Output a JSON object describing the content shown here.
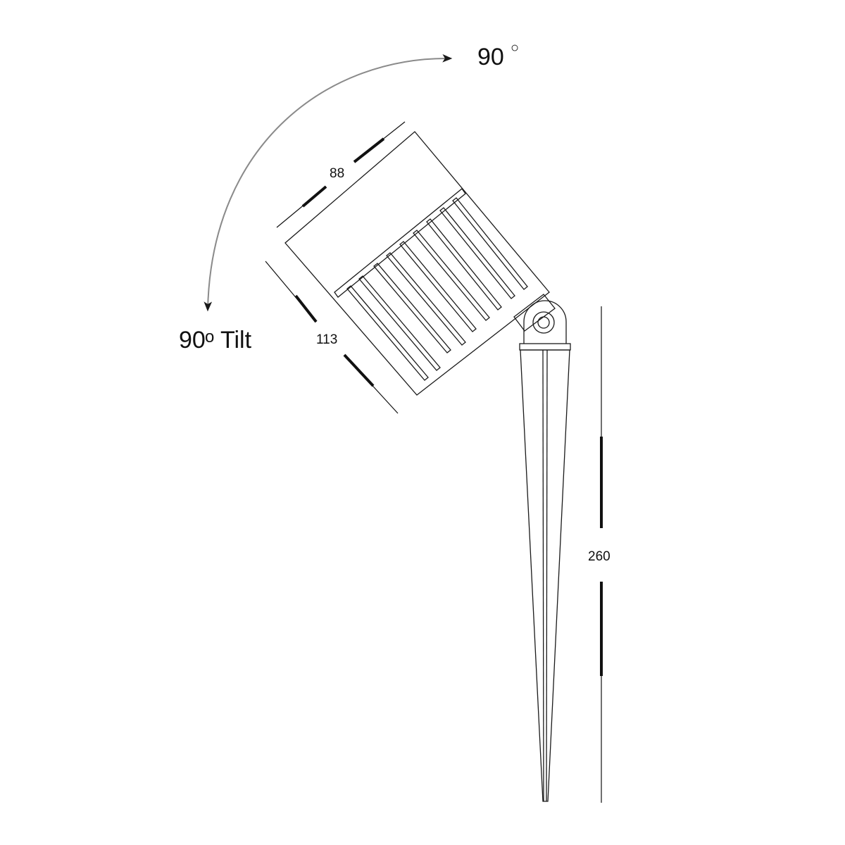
{
  "diagram": {
    "type": "technical-dimension-drawing",
    "subject": "garden spike spotlight side elevation",
    "tilt_arc": {
      "top_label_value": "90",
      "top_label_unit": "○",
      "bottom_label": "90o Tilt",
      "bottom_label_number": "90",
      "bottom_label_degree": "o",
      "bottom_label_word": "Tilt"
    },
    "dimensions": {
      "head_width": "88",
      "head_length": "113",
      "spike_height": "260"
    },
    "colors": {
      "line": "#1a1a1a",
      "arc": "#8a8a8a",
      "background": "#ffffff"
    }
  }
}
